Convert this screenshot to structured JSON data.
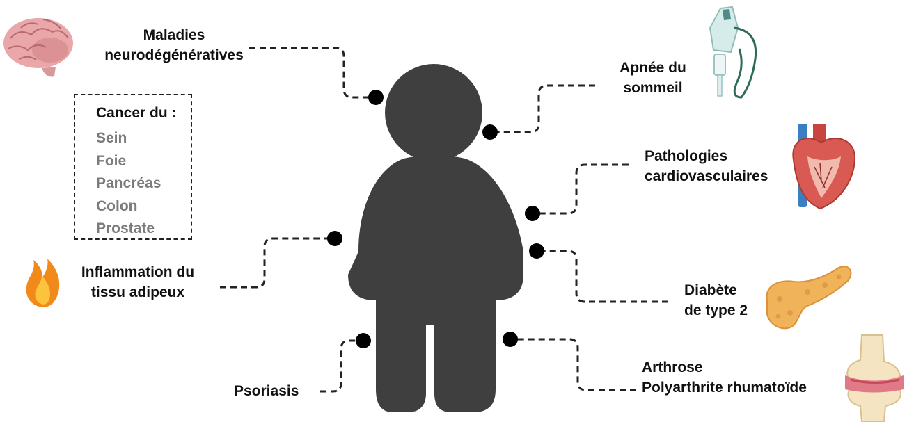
{
  "labels": {
    "neuro": [
      "Maladies",
      "neurodégénératives"
    ],
    "apnea": [
      "Apnée du",
      "sommeil"
    ],
    "cardio": [
      "Pathologies",
      "cardiovasculaires"
    ],
    "inflammation": [
      "Inflammation du",
      "tissu adipeux"
    ],
    "diabetes": [
      "Diabète",
      "de type 2"
    ],
    "joint": [
      "Arthrose",
      "Polyarthrite rhumatoïde"
    ],
    "psoriasis": "Psoriasis"
  },
  "cancer_box": {
    "title": "Cancer du :",
    "items": [
      "Sein",
      "Foie",
      "Pancréas",
      "Colon",
      "Prostate"
    ]
  },
  "icons": [
    "brain-icon",
    "oxygen-mask-icon",
    "heart-icon",
    "flame-icon",
    "pancreas-icon",
    "knee-joint-icon",
    "person-silhouette"
  ],
  "colors": {
    "silhouette": "#3f3f3f",
    "text": "#111111",
    "cancer_items": "#7b7b7b"
  }
}
